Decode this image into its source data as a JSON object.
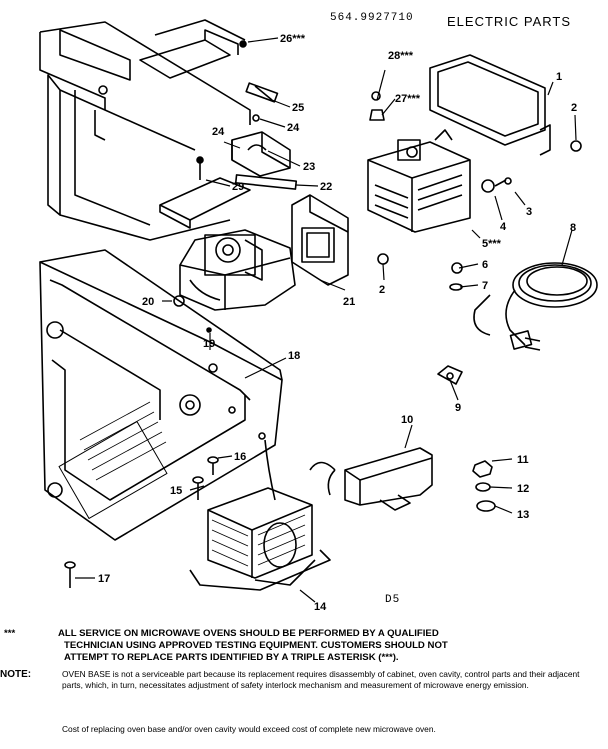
{
  "header": {
    "model_number": "564.9927710",
    "section_title": "ELECTRIC PARTS"
  },
  "diagram_code": "D5",
  "callouts": [
    "1",
    "2",
    "3",
    "4",
    "5***",
    "6",
    "7",
    "8",
    "9",
    "10",
    "11",
    "12",
    "13",
    "14",
    "15",
    "16",
    "17",
    "18",
    "19",
    "2",
    "20",
    "21",
    "22",
    "23",
    "24",
    "24",
    "25",
    "26***",
    "27***",
    "28***",
    "29"
  ],
  "notes": {
    "warning_mark": "***",
    "warning_line1": "ALL SERVICE ON MICROWAVE OVENS SHOULD BE PERFORMED BY A QUALIFIED",
    "warning_line2": "TECHNICIAN USING APPROVED TESTING EQUIPMENT. CUSTOMERS SHOULD NOT",
    "warning_line3": "ATTEMPT TO REPLACE PARTS IDENTIFIED BY A TRIPLE ASTERISK (***).",
    "note_label": "NOTE:",
    "note_text1": "OVEN BASE is not a serviceable part because its replacement requires disassembly of cabinet, oven cavity, control parts and their adjacent parts, which, in turn, necessitates adjustment of safety interlock mechanism and measurement of microwave energy emission.",
    "note_text2": "Cost of replacing oven base and/or oven cavity would exceed cost of complete new microwave oven."
  }
}
